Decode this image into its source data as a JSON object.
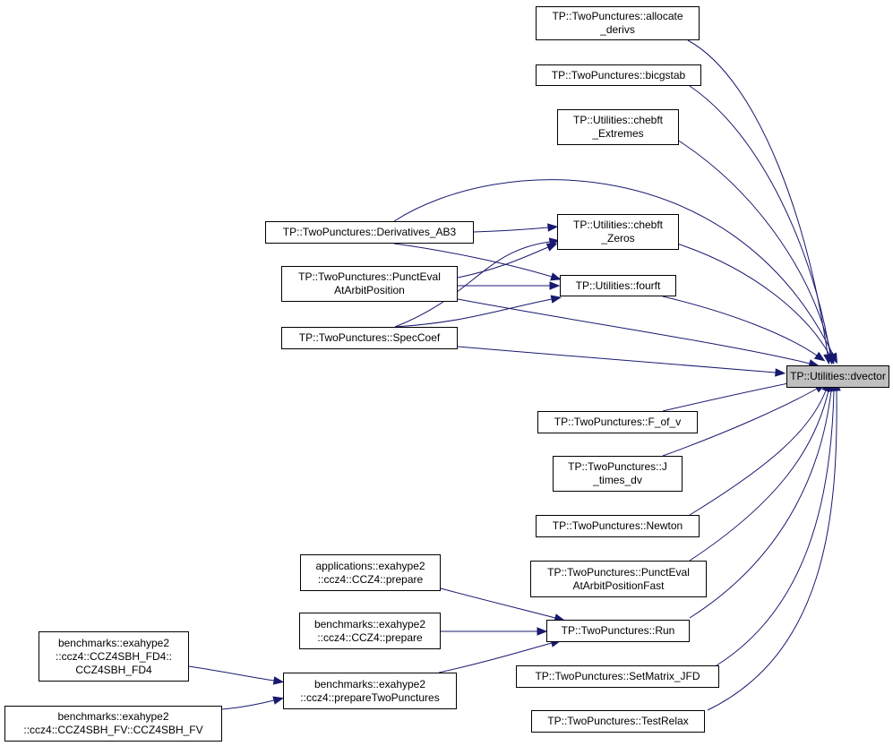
{
  "colors": {
    "edge": "#191970",
    "node_border": "#000000",
    "focus_fill": "#bfbfbf"
  },
  "nodes": {
    "dvector": [
      "TP::Utilities::dvector"
    ],
    "allocate_derivs": [
      "TP::TwoPunctures::allocate",
      "_derivs"
    ],
    "bicgstab": [
      "TP::TwoPunctures::bicgstab"
    ],
    "chebft_extremes": [
      "TP::Utilities::chebft",
      "_Extremes"
    ],
    "chebft_zeros": [
      "TP::Utilities::chebft",
      "_Zeros"
    ],
    "derivatives_ab3": [
      "TP::TwoPunctures::Derivatives_AB3"
    ],
    "punct_eval": [
      "TP::TwoPunctures::PunctEval",
      "AtArbitPosition"
    ],
    "fourft": [
      "TP::Utilities::fourft"
    ],
    "speccoef": [
      "TP::TwoPunctures::SpecCoef"
    ],
    "f_of_v": [
      "TP::TwoPunctures::F_of_v"
    ],
    "j_times_dv": [
      "TP::TwoPunctures::J",
      "_times_dv"
    ],
    "newton": [
      "TP::TwoPunctures::Newton"
    ],
    "punct_eval_fast": [
      "TP::TwoPunctures::PunctEval",
      "AtArbitPositionFast"
    ],
    "run": [
      "TP::TwoPunctures::Run"
    ],
    "setmatrix_jfd": [
      "TP::TwoPunctures::SetMatrix_JFD"
    ],
    "testrelax": [
      "TP::TwoPunctures::TestRelax"
    ],
    "apps_prepare": [
      "applications::exahype2",
      "::ccz4::CCZ4::prepare"
    ],
    "bench_prepare": [
      "benchmarks::exahype2",
      "::ccz4::CCZ4::prepare"
    ],
    "bench_prepare_tp": [
      "benchmarks::exahype2",
      "::ccz4::prepareTwoPunctures"
    ],
    "bench_fd4": [
      "benchmarks::exahype2",
      "::ccz4::CCZ4SBH_FD4::",
      "CCZ4SBH_FD4"
    ],
    "bench_fv": [
      "benchmarks::exahype2",
      "::ccz4::CCZ4SBH_FV::CCZ4SBH_FV"
    ]
  },
  "edges": [
    [
      "allocate_derivs",
      "dvector"
    ],
    [
      "bicgstab",
      "dvector"
    ],
    [
      "chebft_extremes",
      "dvector"
    ],
    [
      "chebft_zeros",
      "dvector"
    ],
    [
      "derivatives_ab3",
      "dvector"
    ],
    [
      "punct_eval",
      "dvector"
    ],
    [
      "fourft",
      "dvector"
    ],
    [
      "speccoef",
      "dvector"
    ],
    [
      "f_of_v",
      "dvector"
    ],
    [
      "j_times_dv",
      "dvector"
    ],
    [
      "newton",
      "dvector"
    ],
    [
      "punct_eval_fast",
      "dvector"
    ],
    [
      "run",
      "dvector"
    ],
    [
      "setmatrix_jfd",
      "dvector"
    ],
    [
      "testrelax",
      "dvector"
    ],
    [
      "derivatives_ab3",
      "chebft_zeros"
    ],
    [
      "punct_eval",
      "chebft_zeros"
    ],
    [
      "speccoef",
      "chebft_zeros"
    ],
    [
      "derivatives_ab3",
      "fourft"
    ],
    [
      "punct_eval",
      "fourft"
    ],
    [
      "speccoef",
      "fourft"
    ],
    [
      "apps_prepare",
      "run"
    ],
    [
      "bench_prepare",
      "run"
    ],
    [
      "bench_prepare_tp",
      "run"
    ],
    [
      "bench_fd4",
      "bench_prepare_tp"
    ],
    [
      "bench_fv",
      "bench_prepare_tp"
    ]
  ]
}
